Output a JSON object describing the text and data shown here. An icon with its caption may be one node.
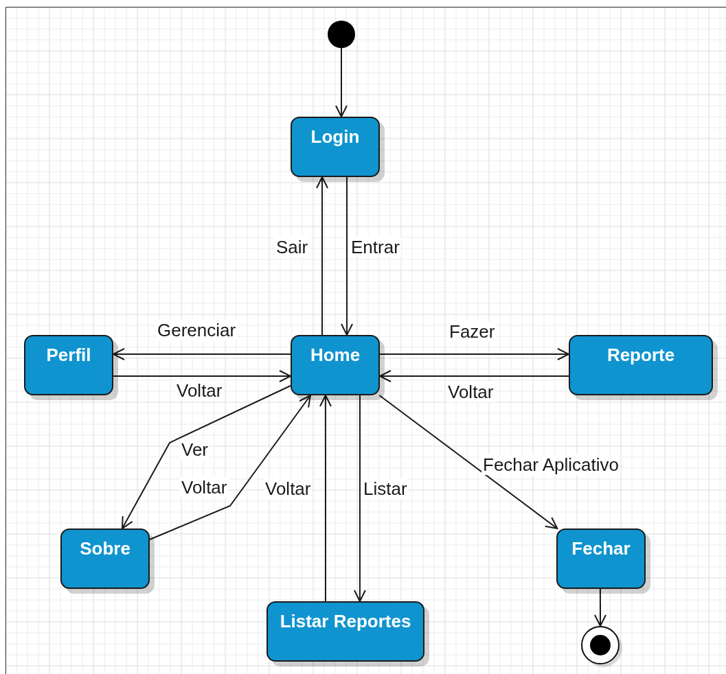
{
  "diagram": {
    "nodes": [
      {
        "text": [],
        "shape": "circle"
      },
      {
        "text": [
          "Login"
        ]
      },
      {
        "text": [
          "Home"
        ]
      },
      {
        "text": [
          "Perfil"
        ]
      },
      {
        "text": [
          "Reporte"
        ]
      },
      {
        "text": [
          "Sobre"
        ]
      },
      {
        "text": [
          "Listar Reportes"
        ]
      },
      {
        "text": [
          "Fechar"
        ]
      },
      {
        "text": [],
        "shape": "circle"
      }
    ],
    "edges": [
      {
        "from": 0,
        "to": 1,
        "arrow": "to"
      },
      {
        "from": 2,
        "to": 1,
        "arrow": "to",
        "label": "Sair"
      },
      {
        "from": 1,
        "to": 2,
        "arrow": "to",
        "label": "Entrar"
      },
      {
        "from": 2,
        "to": 3,
        "arrow": "to",
        "label": "Gerenciar"
      },
      {
        "from": 3,
        "to": 2,
        "arrow": "to",
        "label": "Voltar"
      },
      {
        "from": 2,
        "to": 4,
        "arrow": "to",
        "label": "Fazer"
      },
      {
        "from": 4,
        "to": 2,
        "arrow": "to",
        "label": "Voltar"
      },
      {
        "from": 2,
        "to": 5,
        "arrow": "to",
        "label": "Ver"
      },
      {
        "from": 5,
        "to": 2,
        "arrow": "to",
        "label": "Voltar"
      },
      {
        "from": 6,
        "to": 2,
        "arrow": "to",
        "label": "Voltar"
      },
      {
        "from": 2,
        "to": 6,
        "arrow": "to",
        "label": "Listar"
      },
      {
        "from": 2,
        "to": 7,
        "arrow": "to",
        "label": "Fechar Aplicativo"
      },
      {
        "from": 7,
        "to": 8,
        "arrow": "to"
      }
    ]
  }
}
